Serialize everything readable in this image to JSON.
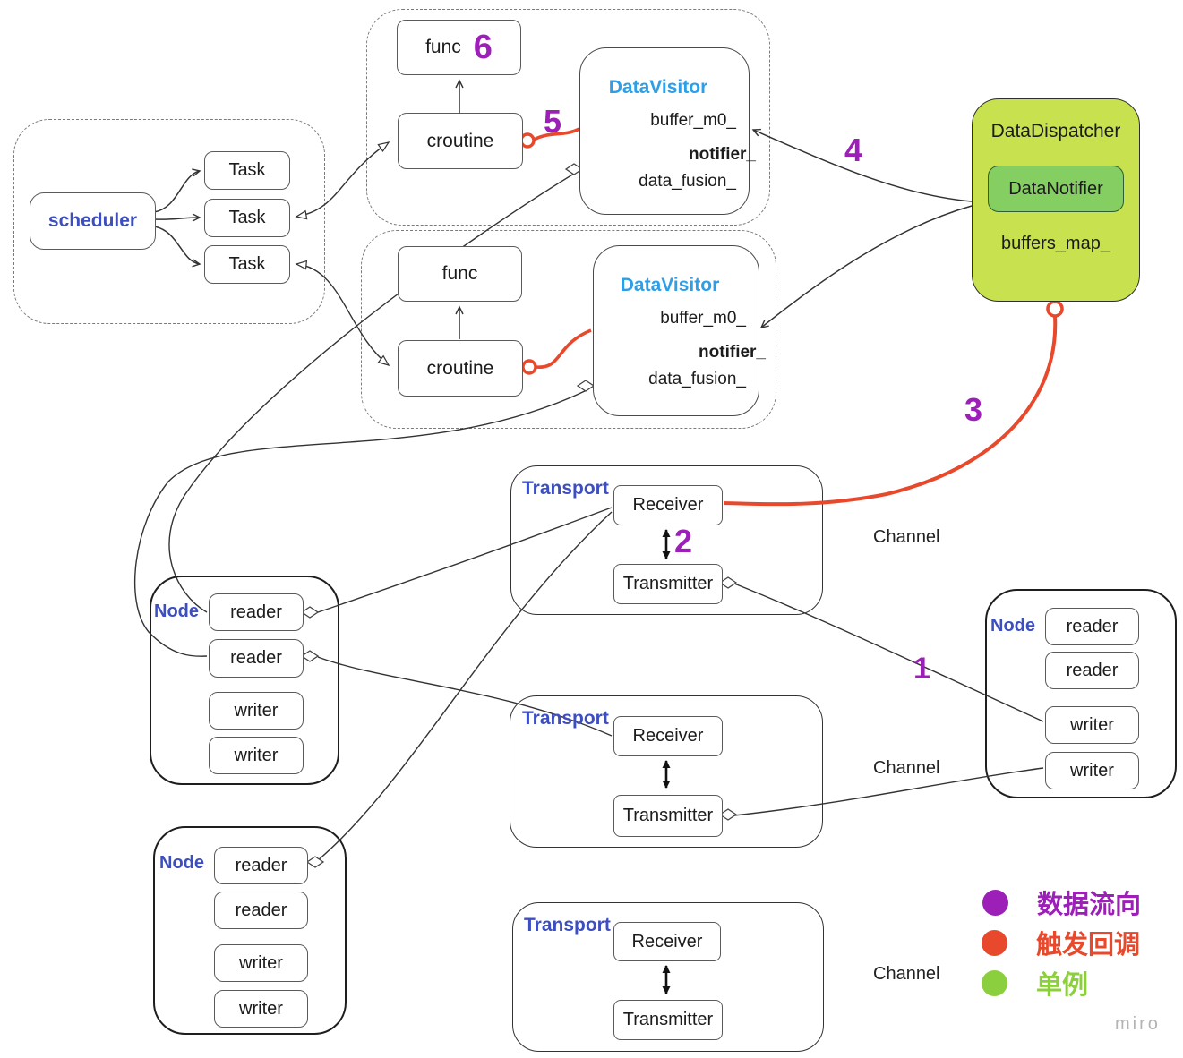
{
  "colors": {
    "purple": "#9c1fb8",
    "red": "#e8492c",
    "green": "#8ccf3e",
    "indigo": "#3d4ec0",
    "visitor_blue": "#2e9fe6",
    "dispatcher_fill": "#c7e24e",
    "notifier_fill": "#85ce62"
  },
  "scheduler_group": {
    "title": "scheduler",
    "tasks": [
      "Task",
      "Task",
      "Task"
    ]
  },
  "visitor_groups": [
    {
      "func": "func",
      "croutine": "croutine",
      "visitor": {
        "title": "DataVisitor",
        "fields": [
          "buffer_m0_",
          "notifier_",
          "data_fusion_"
        ]
      }
    },
    {
      "func": "func",
      "croutine": "croutine",
      "visitor": {
        "title": "DataVisitor",
        "fields": [
          "buffer_m0_",
          "notifier_",
          "data_fusion_"
        ]
      }
    }
  ],
  "dispatcher": {
    "title": "DataDispatcher",
    "notifier": "DataNotifier",
    "field": "buffers_map_"
  },
  "transports": [
    {
      "label": "Transport",
      "receiver": "Receiver",
      "transmitter": "Transmitter"
    },
    {
      "label": "Transport",
      "receiver": "Receiver",
      "transmitter": "Transmitter"
    },
    {
      "label": "Transport",
      "receiver": "Receiver",
      "transmitter": "Transmitter"
    }
  ],
  "nodes": [
    {
      "label": "Node",
      "items": [
        "reader",
        "reader",
        "writer",
        "writer"
      ]
    },
    {
      "label": "Node",
      "items": [
        "reader",
        "reader",
        "writer",
        "writer"
      ]
    },
    {
      "label": "Node",
      "items": [
        "reader",
        "reader",
        "writer",
        "writer"
      ]
    }
  ],
  "channel_labels": [
    "Channel",
    "Channel",
    "Channel"
  ],
  "step_numbers": {
    "n1": "1",
    "n2": "2",
    "n3": "3",
    "n4": "4",
    "n5": "5",
    "n6": "6"
  },
  "legend": {
    "items": [
      {
        "label": "数据流向",
        "color": "#9c1fb8"
      },
      {
        "label": "触发回调",
        "color": "#e8492c"
      },
      {
        "label": "单例",
        "color": "#8ccf3e"
      }
    ]
  },
  "watermark": "miro"
}
